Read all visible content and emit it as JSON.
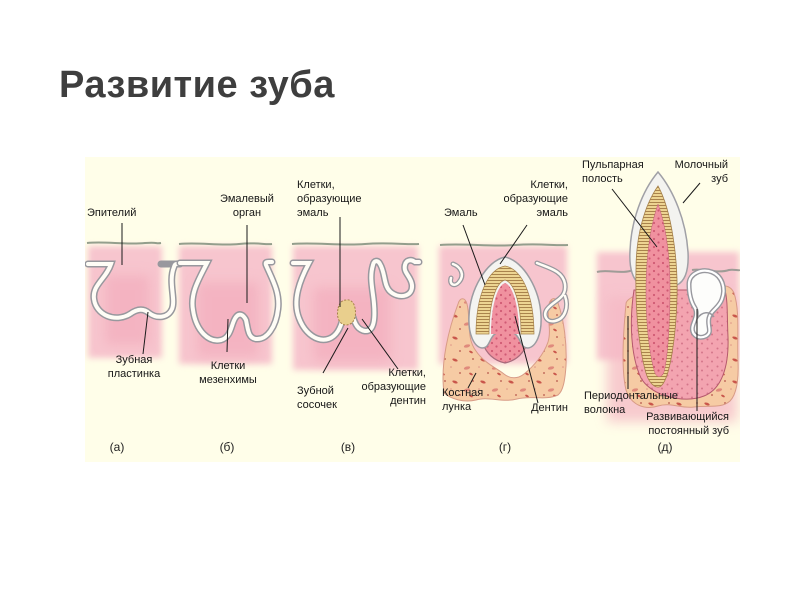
{
  "slide": {
    "title": "Развитие зуба"
  },
  "diagram": {
    "stage_a": {
      "caption": "(а)",
      "labels": {
        "epithelium": "Эпителий",
        "dental_plate": "Зубная\nпластинка"
      }
    },
    "stage_b": {
      "caption": "(б)",
      "labels": {
        "enamel_organ": "Эмалевый\nорган",
        "mesenchyme": "Клетки\nмезенхимы"
      }
    },
    "stage_v": {
      "caption": "(в)",
      "labels": {
        "cells_enamel": "Клетки,\nобразующие\nэмаль",
        "papilla": "Зубной\nсосочек",
        "cells_dentin": "Клетки,\nобразующие\nдентин"
      }
    },
    "stage_g": {
      "caption": "(г)",
      "labels": {
        "enamel": "Эмаль",
        "cells_enamel": "Клетки,\nобразующие\nэмаль",
        "bone_socket": "Костная\nлунка",
        "dentin": "Дентин"
      }
    },
    "stage_d": {
      "caption": "(д)",
      "labels": {
        "pulp_cavity": "Пульпарная\nполость",
        "milk_tooth": "Молочный\nзуб",
        "periodontal": "Периодонтальные\nволокна",
        "developing_tooth": "Развивающийся\nпостоянный зуб"
      }
    },
    "palette": {
      "panel_background": "#fffee9",
      "tissue_pink": "#f7c5ce",
      "pulp_pink": "#f0919f",
      "enamel_yellow": "#edd492",
      "bone_tan": "#f6cba4",
      "outline_gray": "#98989e",
      "surface_green_gray": "#8e9a88",
      "title_color": "#3e3e3e"
    }
  }
}
